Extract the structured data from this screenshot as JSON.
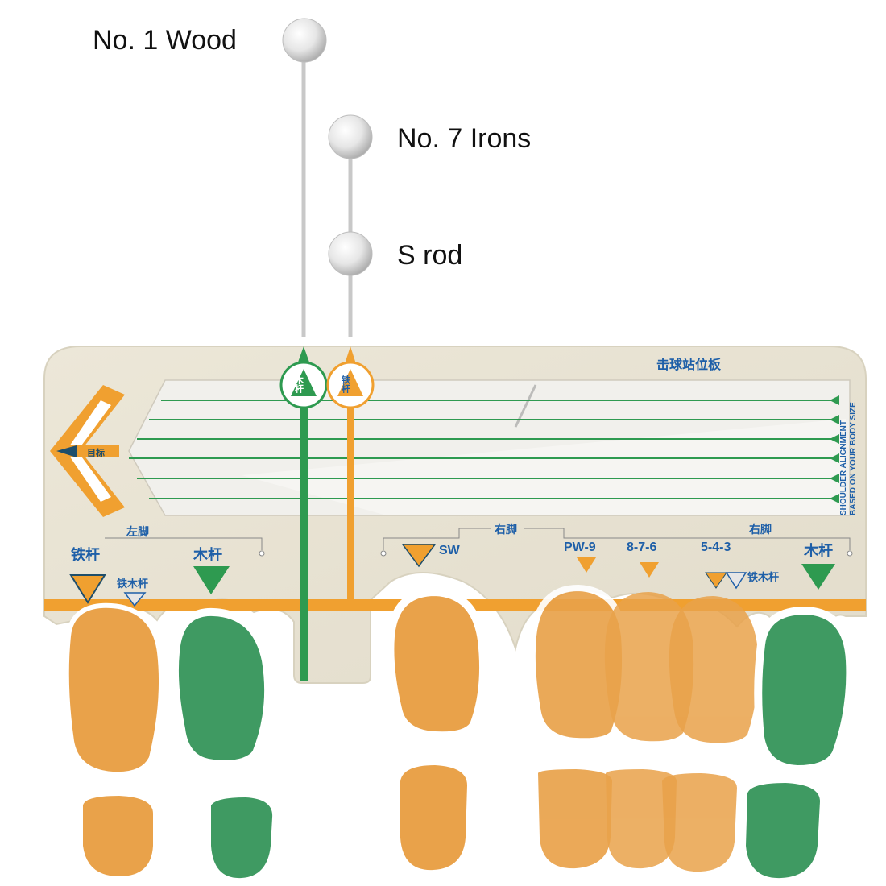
{
  "callouts": {
    "wood": "No. 1 Wood",
    "irons": "No. 7 Irons",
    "s_rod": "S rod"
  },
  "board": {
    "title": "击球站位板",
    "target": "目标",
    "wood_marker": "木杆",
    "iron_marker": "铁杆",
    "shoulder_line1": "SHOULDER ALIGNMENT",
    "shoulder_line2": "BASED ON YOUR BODY SIZE",
    "left_foot": "左脚",
    "right_foot_1": "右脚",
    "right_foot_2": "右脚",
    "iron_left": "铁杆",
    "wood_left": "木杆",
    "iron_wood_left": "铁木杆",
    "sw": "SW",
    "pw9": "PW-9",
    "r876": "8-7-6",
    "r543": "5-4-3",
    "wood_right": "木杆",
    "iron_wood_right": "铁木杆"
  },
  "colors": {
    "orange": "#F0A030",
    "green": "#2E9A50",
    "board": "#E7E2D2",
    "glass": "#EEEDE8",
    "foot_orange": "#E9A24A",
    "foot_green": "#3F9A62",
    "label_blue": "#1E5FA8"
  },
  "icons": [
    "golf-ball-icon",
    "target-arrow-icon",
    "triangle-marker-icon",
    "footprint-icon"
  ]
}
